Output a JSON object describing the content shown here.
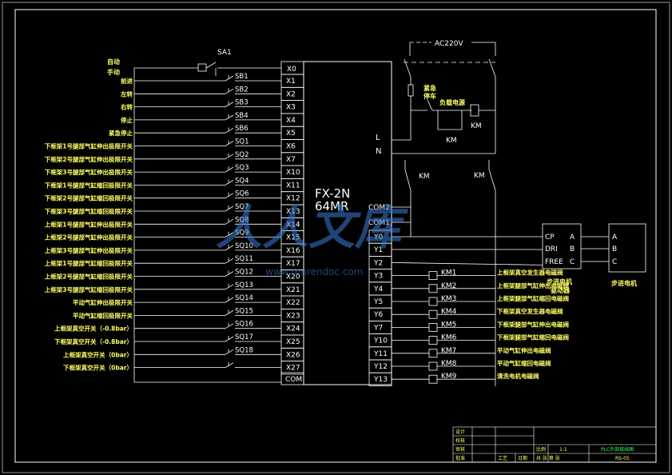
{
  "colors": {
    "background": "#000000",
    "line": "#ffffff",
    "label_yellow": "#ffff66",
    "title_green": "#33ff66",
    "watermark": "#3a7bd5"
  },
  "switch_label": "SA1",
  "mode_labels": [
    "自动",
    "手动"
  ],
  "inputs": [
    {
      "label": "前进",
      "contact": "SB1",
      "port": "X1"
    },
    {
      "label": "左转",
      "contact": "SB2",
      "port": "X2"
    },
    {
      "label": "右转",
      "contact": "SB3",
      "port": "X3"
    },
    {
      "label": "停止",
      "contact": "SB4",
      "port": "X4"
    },
    {
      "label": "紧急停止",
      "contact": "SB6",
      "port": "X5"
    },
    {
      "label": "下框架1号腿部气缸伸出极限开关",
      "contact": "SQ1",
      "port": "X6"
    },
    {
      "label": "下框架2号腿部气缸伸出极限开关",
      "contact": "SQ2",
      "port": "X7"
    },
    {
      "label": "下框架3号腿部气缸伸出极限开关",
      "contact": "SQ3",
      "port": "X10"
    },
    {
      "label": "下框架1号腿部气缸缩回极限开关",
      "contact": "SQ4",
      "port": "X11"
    },
    {
      "label": "下框架2号腿部气缸缩回极限开关",
      "contact": "SQ6",
      "port": "X12"
    },
    {
      "label": "下框架3号腿部气缸缩回极限开关",
      "contact": "SQ7",
      "port": "X13"
    },
    {
      "label": "上框架1号腿部气缸伸出极限开关",
      "contact": "SQ8",
      "port": "X14"
    },
    {
      "label": "上框架2号腿部气缸伸出极限开关",
      "contact": "SQ9",
      "port": "X15"
    },
    {
      "label": "上框架3号腿部气缸伸出极限开关",
      "contact": "SQ10",
      "port": "X16"
    },
    {
      "label": "上框架1号腿部气缸缩回极限开关",
      "contact": "SQ11",
      "port": "X17"
    },
    {
      "label": "上框架2号腿部气缸缩回极限开关",
      "contact": "SQ12",
      "port": "X20"
    },
    {
      "label": "上框架3号腿部气缸缩回极限开关",
      "contact": "SQ13",
      "port": "X21"
    },
    {
      "label": "平动气缸伸出极限开关",
      "contact": "SQ14",
      "port": "X22"
    },
    {
      "label": "平动气缸缩回极限开关",
      "contact": "SQ15",
      "port": "X23"
    },
    {
      "label": "上框架真空开关（-0.8bar）",
      "contact": "SQ16",
      "port": "X24"
    },
    {
      "label": "下框架真空开关（-0.8bar）",
      "contact": "SQ17",
      "port": "X25"
    },
    {
      "label": "上框架真空开关（0bar）",
      "contact": "SQ18",
      "port": "X26"
    },
    {
      "label": "下框架真空开关（0bar）",
      "contact": "",
      "port": "X27"
    }
  ],
  "x0_port": "X0",
  "com_port": "COM",
  "plc": {
    "model_line1": "FX-2N",
    "model_line2": "64MR"
  },
  "plc_right": {
    "L": "L",
    "N": "N",
    "com2": "COM2",
    "com1": "COM1"
  },
  "outputs": [
    {
      "port": "Y0",
      "km": "",
      "desc": ""
    },
    {
      "port": "Y1",
      "km": "",
      "desc": ""
    },
    {
      "port": "Y2",
      "km": "",
      "desc": ""
    },
    {
      "port": "Y3",
      "km": "KM1",
      "desc": "上框架真空发生器电磁阀"
    },
    {
      "port": "Y4",
      "km": "KM2",
      "desc": "上框架腿部气缸伸出电磁阀"
    },
    {
      "port": "Y5",
      "km": "KM3",
      "desc": "上框架腿部气缸缩回电磁阀"
    },
    {
      "port": "Y6",
      "km": "KM4",
      "desc": "下框架真空发生器电磁阀"
    },
    {
      "port": "Y7",
      "km": "KM5",
      "desc": "下框架腿部气缸伸出电磁阀"
    },
    {
      "port": "Y10",
      "km": "KM6",
      "desc": "下框架腿部气缸缩回电磁阀"
    },
    {
      "port": "Y11",
      "km": "KM7",
      "desc": "平动气缸伸出电磁阀"
    },
    {
      "port": "Y12",
      "km": "KM8",
      "desc": "平动气缸缩回电磁阀"
    },
    {
      "port": "Y13",
      "km": "KM9",
      "desc": "清洗电机电磁阀"
    }
  ],
  "power": {
    "ac": "AC220V",
    "estop": "紧急\n停车",
    "load": "负载电源",
    "km": "KM"
  },
  "driver": {
    "cp": "CP",
    "dri": "DRI",
    "free": "FREE",
    "a": "A",
    "b": "B",
    "c": "C",
    "caption": "步进电机\n驱动器"
  },
  "motor": {
    "a": "A",
    "b": "B",
    "c": "C",
    "caption": "步进电机"
  },
  "title_block": {
    "left_rows": [
      "设计",
      "校核",
      "审核",
      "批准"
    ],
    "craft": "工艺",
    "date": "日期",
    "ratio_label": "比例",
    "ratio": "1:1",
    "title": "PLC外部接线图",
    "sheet": "共  张 第  张",
    "code": "RS-05"
  },
  "watermark": {
    "text": "人人文库",
    "url": "www.renrendoc.com"
  }
}
